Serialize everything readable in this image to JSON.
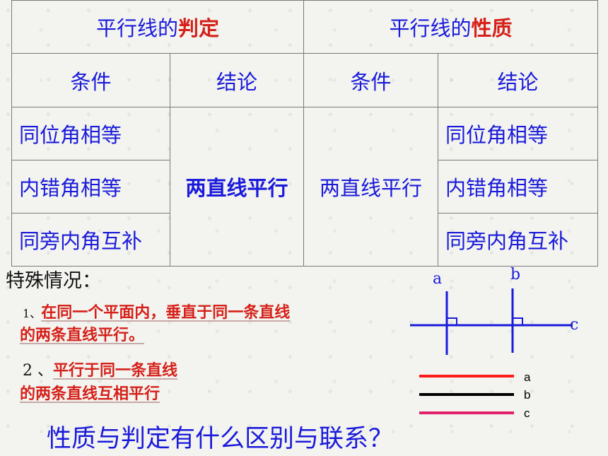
{
  "table": {
    "header_left_prefix": "平行线的",
    "header_left_emph": "判定",
    "header_right_prefix": "平行线的",
    "header_right_emph": "性质",
    "col_condition_1": "条件",
    "col_conclusion_1": "结论",
    "col_condition_2": "条件",
    "col_conclusion_2": "结论",
    "left_conditions": [
      "同位角相等",
      "内错角相等",
      "同旁内角互补"
    ],
    "left_conclusion": "两直线平行",
    "right_condition": "两直线平行",
    "right_conclusions": [
      "同位角相等",
      "内错角相等",
      "同旁内角互补"
    ]
  },
  "special": {
    "title": "特殊情况：",
    "item1_num": "1、",
    "item1_line1": "在同一个平面内，垂直于同一条直线",
    "item1_line2": "的两条直线平行。",
    "item2_num": "2 、",
    "item2_line1": "平行于同一条直线",
    "item2_line2": "的两条直线互相平行"
  },
  "diagram1": {
    "label_a": "a",
    "label_b": "b",
    "label_c": "c",
    "line_color": "#1a1adb"
  },
  "diagram2": {
    "label_a": "a",
    "label_b": "b",
    "label_c": "c",
    "colors": [
      "#ff1a1a",
      "#000000",
      "#e0206a"
    ]
  },
  "question": "性质与判定有什么区别与联系？"
}
